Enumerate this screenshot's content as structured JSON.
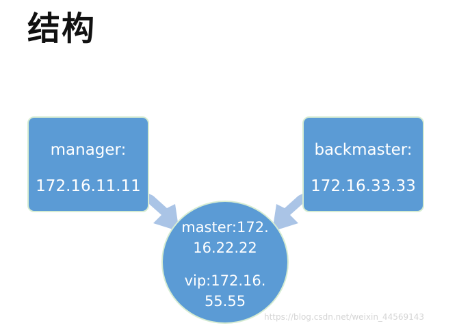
{
  "title": "结构",
  "nodes": {
    "manager": {
      "label": "manager:",
      "ip": "172.16.11.11"
    },
    "backmaster": {
      "label": "backmaster:",
      "ip": "172.16.33.33"
    },
    "master": {
      "line1": "master:172.",
      "line2": "16.22.22",
      "line3": "vip:172.16.",
      "line4": "55.55"
    }
  },
  "watermark": "https://blog.csdn.net/weixin_44569143",
  "colors": {
    "node_fill": "#5b9bd5",
    "node_border": "#d6ecd2",
    "arrow_fill": "#aac4e6",
    "title_text": "#111111"
  }
}
